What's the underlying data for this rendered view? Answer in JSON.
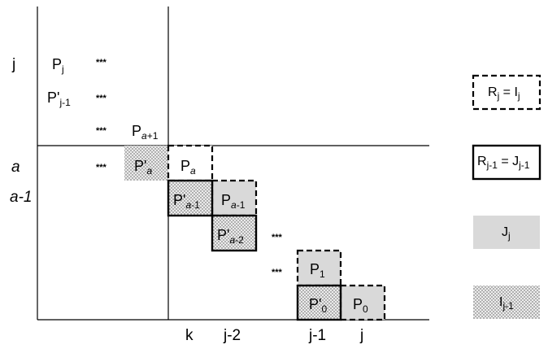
{
  "row_labels": {
    "j": "j",
    "a": "a",
    "a_minus_1": "a-1"
  },
  "column_labels": {
    "k": "k",
    "j_minus_2": "j-2",
    "j_minus_1": "j-1",
    "j": "j"
  },
  "upper_left_cells": {
    "p_j": "P",
    "p_j_sub": "j",
    "p_prime_j_minus_1": "P'",
    "p_prime_j_minus_1_sub": "j-1",
    "p_a_plus_1": "P",
    "p_a_plus_1_sub_var": "a",
    "p_a_plus_1_sub_rest": "+1"
  },
  "dots": "***",
  "diagonal_cells": {
    "p_prime_a": "P'",
    "p_prime_a_sub": "a",
    "p_a": "P",
    "p_a_sub": "a",
    "p_prime_a_minus_1": "P'",
    "p_prime_a_minus_1_sub_var": "a",
    "p_prime_a_minus_1_sub_rest": "-1",
    "p_a_minus_1": "P",
    "p_a_minus_1_sub_var": "a",
    "p_a_minus_1_sub_rest": "-1",
    "p_prime_a_minus_2": "P'",
    "p_prime_a_minus_2_sub_var": "a",
    "p_prime_a_minus_2_sub_rest": "-2",
    "p_1": "P",
    "p_1_sub": "1",
    "p_prime_0": "P'",
    "p_prime_0_sub": "0",
    "p_0": "P",
    "p_0_sub": "0"
  },
  "legend": {
    "dashed": "R",
    "dashed_sub": "j",
    "dashed_eq": " = I",
    "dashed_eq_sub": "j",
    "solid": "R",
    "solid_sub": "j-1",
    "solid_eq": " = J",
    "solid_eq_sub": "j-1",
    "gray": "J",
    "gray_sub": "j",
    "dotted": "I",
    "dotted_sub": "j-1"
  },
  "colors": {
    "gray_fill": "#d9d9d9",
    "dotted_fill": "#e6e6e6",
    "line": "#000000"
  }
}
